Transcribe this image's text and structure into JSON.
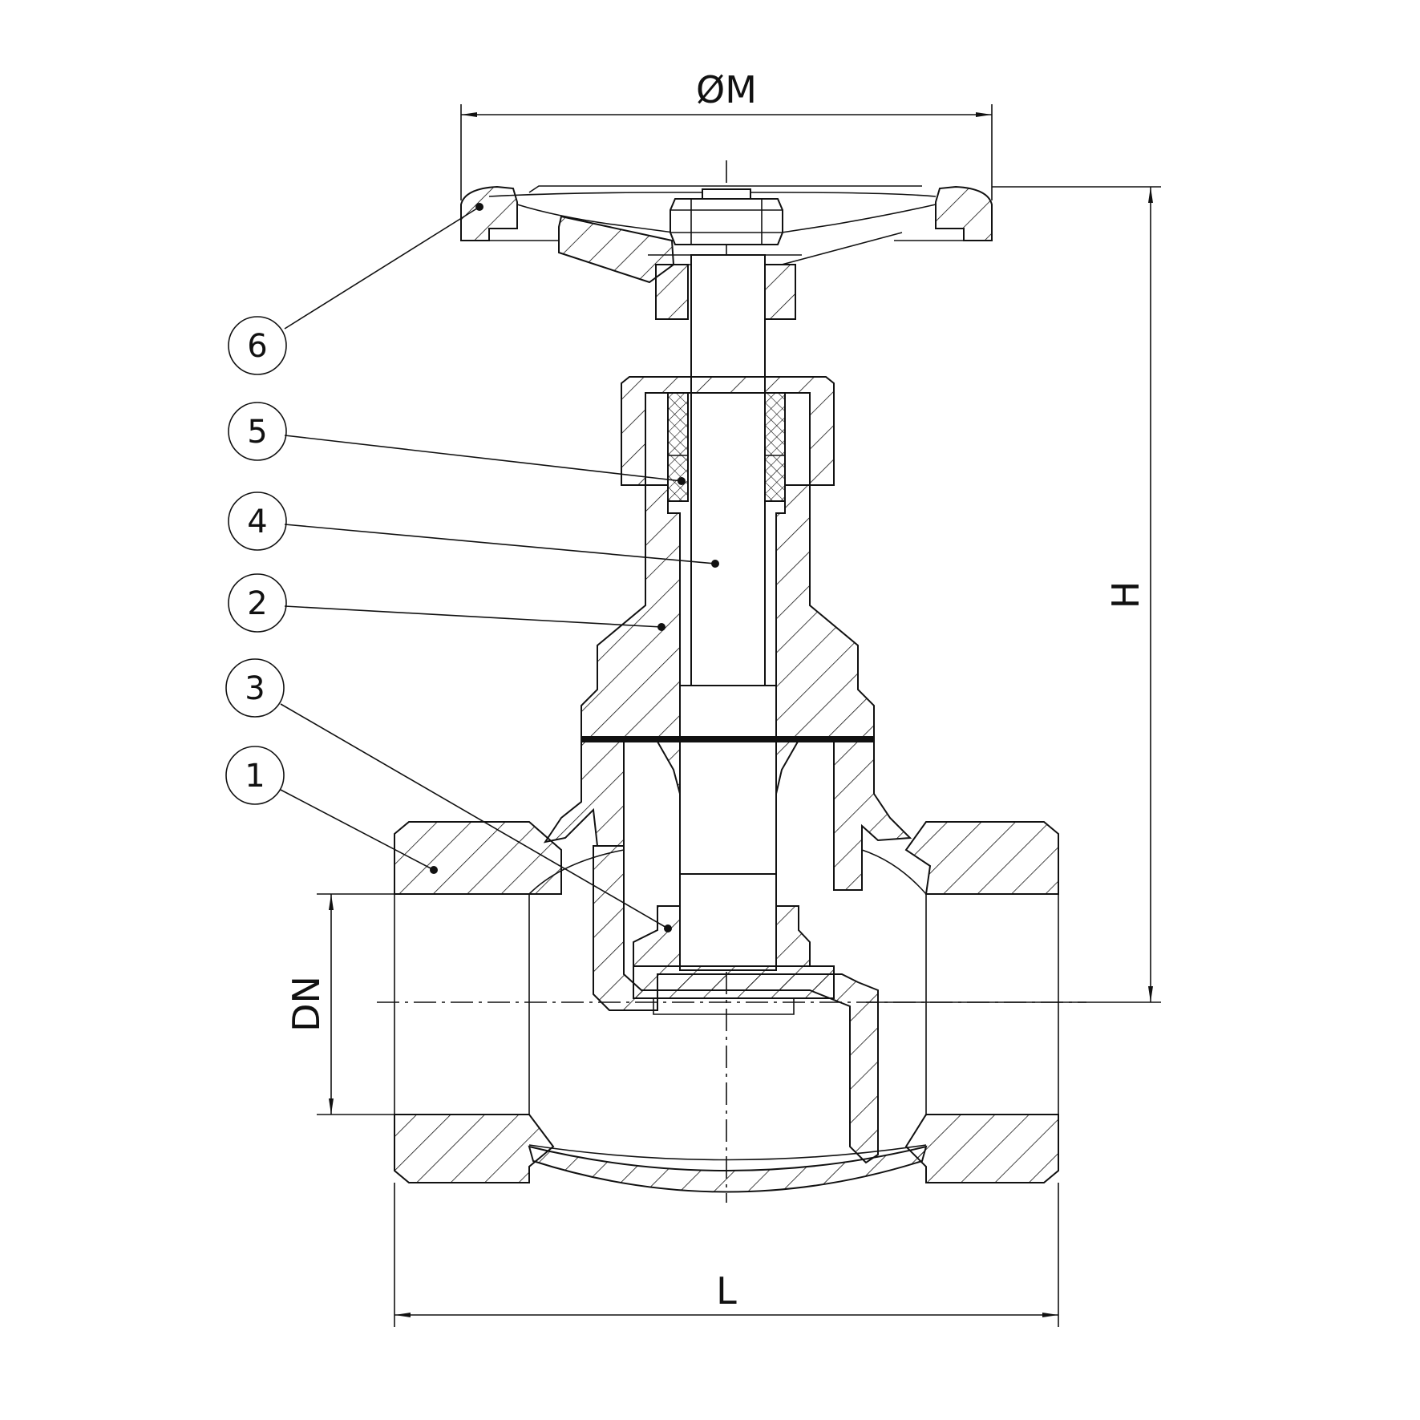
{
  "dimensions": {
    "handwheel_diameter": "ØM",
    "height": "H",
    "nominal_diameter": "DN",
    "length": "L"
  },
  "callouts": [
    {
      "number": "6"
    },
    {
      "number": "5"
    },
    {
      "number": "4"
    },
    {
      "number": "2"
    },
    {
      "number": "3"
    },
    {
      "number": "1"
    }
  ],
  "colors": {
    "line": "#111111",
    "background": "#ffffff"
  }
}
